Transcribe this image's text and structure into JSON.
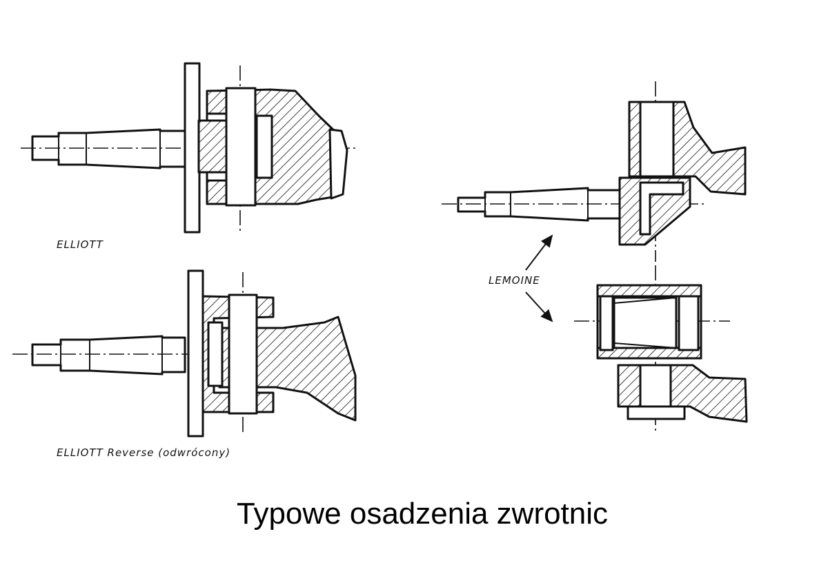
{
  "diagram": {
    "title": "Typowe osadzenia zwrotnic",
    "labels": {
      "elliott": "ELLIOTT",
      "elliott_reverse": "ELLIOTT Reverse (odwrócony)",
      "lemoine": "LEMOINE"
    }
  }
}
